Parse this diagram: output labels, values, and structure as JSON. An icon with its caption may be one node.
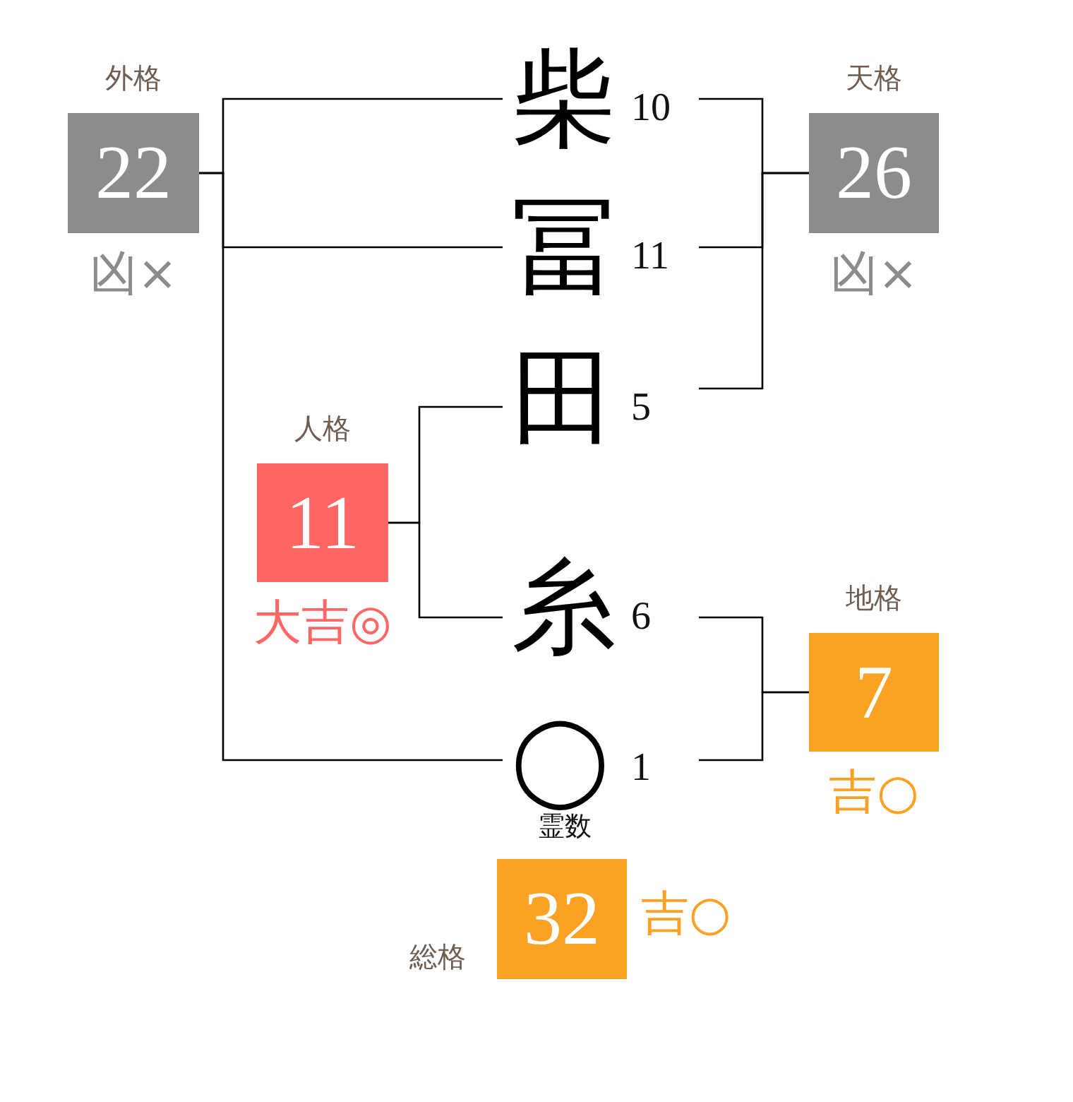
{
  "diagram": {
    "nodes": [
      {
        "text": [
          "外格",
          "22"
        ],
        "beside": [
          "凶×"
        ]
      },
      {
        "text": [
          "柴"
        ],
        "beside": [
          "10"
        ]
      },
      {
        "text": [
          "天格",
          "26"
        ],
        "beside": [
          "凶×"
        ]
      },
      {
        "text": [
          "冨"
        ],
        "beside": [
          "11"
        ]
      },
      {
        "text": [
          "田"
        ],
        "beside": [
          "5"
        ]
      },
      {
        "text": [
          "人格",
          "11"
        ],
        "beside": [
          "大吉◎"
        ]
      },
      {
        "text": [
          "糸"
        ],
        "beside": [
          "6"
        ]
      },
      {
        "text": [
          "地格",
          "7"
        ],
        "beside": [
          "吉○"
        ]
      },
      {
        "text": [
          "◯"
        ],
        "beside": [
          "1",
          "霊数"
        ]
      },
      {
        "text": [
          "総格",
          "32"
        ],
        "beside": [
          "吉○"
        ]
      }
    ],
    "edges": [
      {
        "from": 1,
        "to": 0,
        "arrow": "none"
      },
      {
        "from": 3,
        "to": 0,
        "arrow": "none"
      },
      {
        "from": 8,
        "to": 0,
        "arrow": "none"
      },
      {
        "from": 1,
        "to": 2,
        "arrow": "none"
      },
      {
        "from": 3,
        "to": 2,
        "arrow": "none"
      },
      {
        "from": 4,
        "to": 2,
        "arrow": "none"
      },
      {
        "from": 4,
        "to": 5,
        "arrow": "none"
      },
      {
        "from": 6,
        "to": 5,
        "arrow": "none"
      },
      {
        "from": 6,
        "to": 7,
        "arrow": "none"
      },
      {
        "from": 8,
        "to": 7,
        "arrow": "none"
      }
    ]
  }
}
